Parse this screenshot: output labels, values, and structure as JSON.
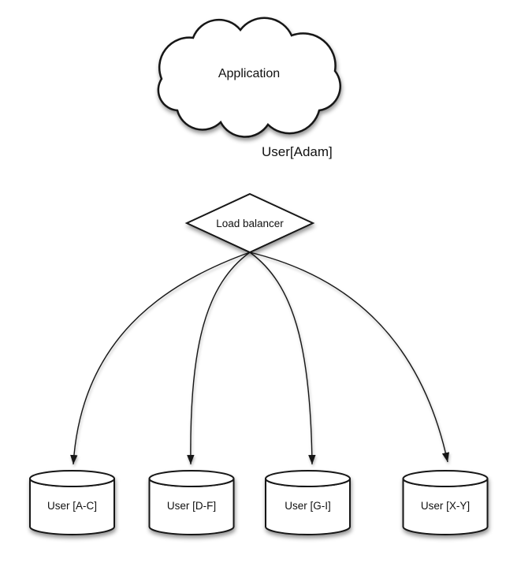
{
  "diagram": {
    "nodes": {
      "application": {
        "label": "Application",
        "shape": "cloud"
      },
      "load_balancer": {
        "label": "Load balancer",
        "shape": "diamond"
      },
      "shards": [
        {
          "label": "User [A-C]",
          "shape": "cylinder"
        },
        {
          "label": "User [D-F]",
          "shape": "cylinder"
        },
        {
          "label": "User [G-I]",
          "shape": "cylinder"
        },
        {
          "label": "User [X-Y]",
          "shape": "cylinder"
        }
      ]
    },
    "edges": {
      "app_to_lb": {
        "label": "User[Adam]"
      }
    },
    "colors": {
      "stroke": "#141414",
      "fill": "#ffffff",
      "background": "#ffffff"
    }
  }
}
